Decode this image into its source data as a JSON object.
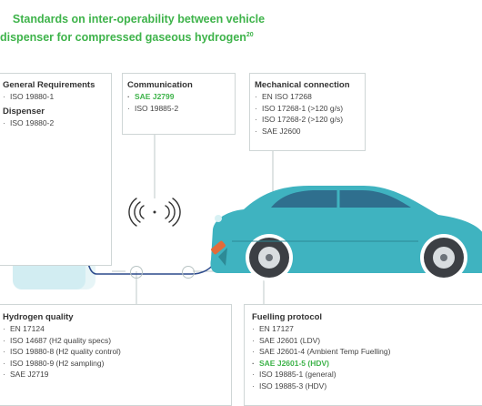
{
  "title": {
    "line1": "Standards on inter-operability between vehicle",
    "line2": "and dispenser for compressed gaseous hydrogen",
    "footnote": "20"
  },
  "general": {
    "heading": "General Requirements",
    "items": [
      "ISO 19880-1"
    ],
    "sub_heading": "Dispenser",
    "sub_items": [
      "ISO 19880-2"
    ]
  },
  "communication": {
    "heading": "Communication",
    "items": [
      "SAE J2799",
      "ISO 19885-2"
    ],
    "highlighted": [
      "SAE J2799"
    ]
  },
  "mechanical": {
    "heading": "Mechanical connection",
    "items": [
      "EN ISO 17268",
      "ISO 17268-1 (>120 g/s)",
      "ISO 17268-2 (>120 g/s)",
      "SAE J2600"
    ]
  },
  "hydrogen_quality": {
    "heading": "Hydrogen quality",
    "items": [
      "EN 17124",
      "ISO 14687 (H2 quality specs)",
      "ISO 19880-8  (H2 quality control)",
      "ISO 19880-9  (H2 sampling)",
      "SAE J2719"
    ]
  },
  "fuelling_protocol": {
    "heading": "Fuelling protocol",
    "items": [
      "EN 17127",
      "SAE J2601 (LDV)",
      "SAE J2601-4 (Ambient Temp Fuelling)",
      "SAE J2601-5 (HDV)",
      "ISO 19885-1 (general)",
      "ISO 19885-3 (HDV)"
    ],
    "highlighted": [
      "SAE J2601-5 (HDV)"
    ]
  },
  "colors": {
    "accent_green": "#3eb34a",
    "car_teal": "#3fb3c0",
    "dispenser_light": "#d8eef2",
    "dispenser_screen": "#1b3f73",
    "hose_blue": "#2c4a8c",
    "box_border": "#cfd6d6"
  },
  "icons": {
    "signal": "wireless-signal-icon",
    "bullet": "bullet-dot"
  }
}
